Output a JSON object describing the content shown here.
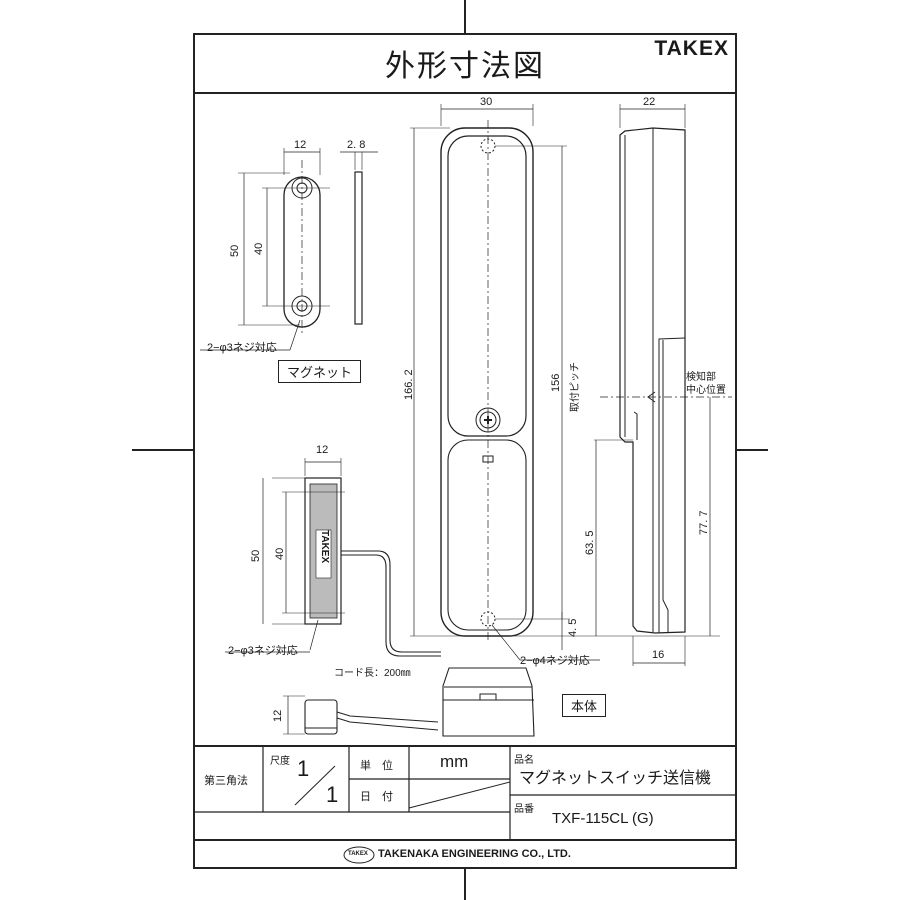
{
  "header": {
    "title": "外形寸法図",
    "brand": "TAKEX"
  },
  "magnet_view": {
    "label": "マグネット",
    "dims": {
      "width": "12",
      "thickness": "2. 8",
      "height": "50",
      "pitch": "40"
    },
    "screw_note": "2−φ3ネジ対応"
  },
  "magnet_side_view": {
    "dims": {
      "width": "12",
      "height": "50",
      "pitch": "40",
      "depth": "12"
    },
    "screw_note": "2−φ3ネジ対応",
    "logo": "TAKEX",
    "cord_note": "コード長：200㎜"
  },
  "body_view": {
    "label": "本体",
    "dims": {
      "width": "30",
      "height": "166. 2",
      "mount_pitch": "156",
      "mount_pitch_label": "取付ピッチ",
      "offset": "4. 5",
      "depth": "22",
      "bottom_depth": "16",
      "detect_height": "63. 5",
      "detect_height2": "77. 7"
    },
    "screw_note": "2−φ4ネジ対応",
    "detect_label_line1": "検知部",
    "detect_label_line2": "中心位置"
  },
  "title_block": {
    "projection": "第三角法",
    "scale_label": "尺度",
    "scale_top": "1",
    "scale_bottom": "1",
    "unit_label": "単　位",
    "unit_value": "mm",
    "date_label": "日　付",
    "name_label": "品名",
    "name_value": "マグネットスイッチ送信機",
    "part_label": "品番",
    "part_value": "TXF-115CL (G)",
    "company_logo": "TAKEX",
    "company": "TAKENAKA ENGINEERING CO., LTD."
  }
}
